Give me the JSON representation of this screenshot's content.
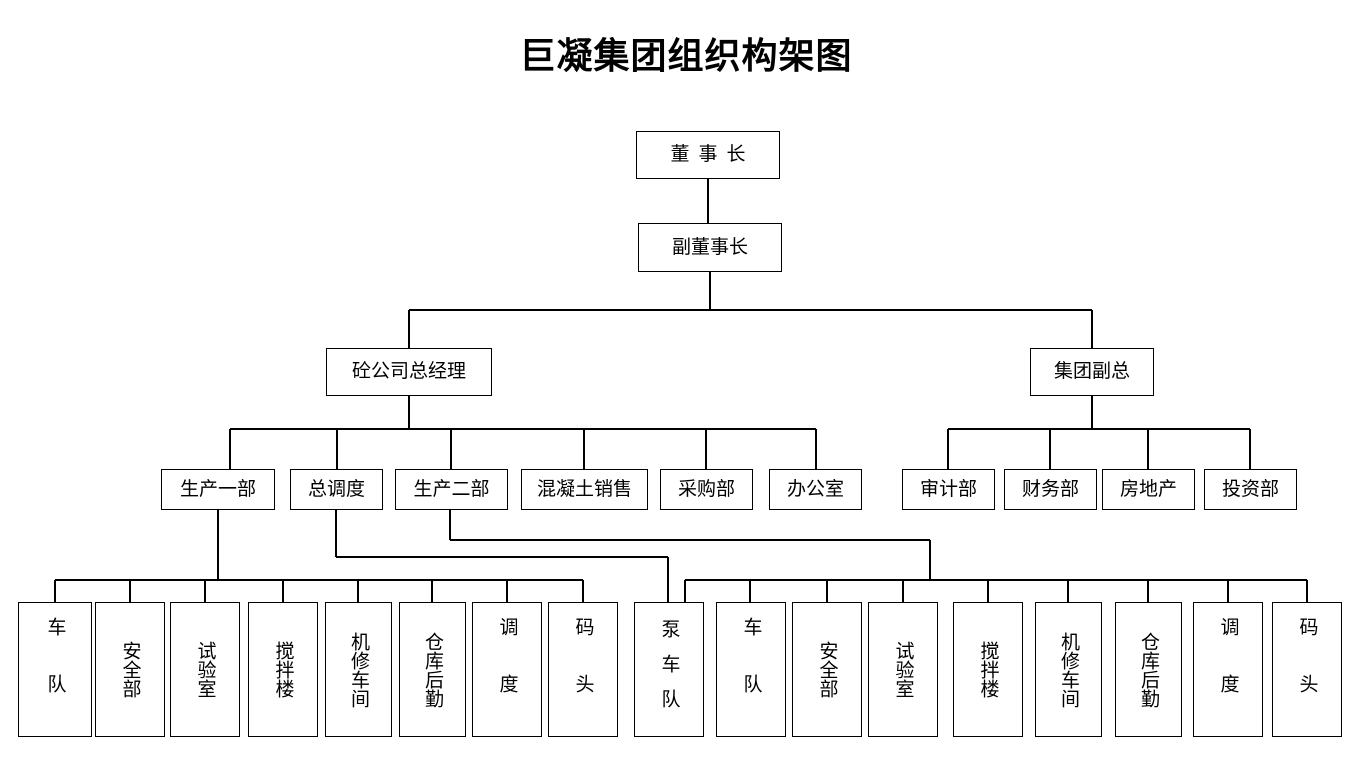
{
  "chart_data": {
    "type": "diagram",
    "title": "巨凝集团组织构架图",
    "orientation": "top-down",
    "levels": 5
  },
  "title": "巨凝集团组织构架图",
  "nodes": {
    "chairman": "董事长",
    "vice_chairman": "副董事长",
    "concrete_gm": "砼公司总经理",
    "group_vp": "集团副总"
  },
  "concrete_departments": [
    {
      "label": "生产一部"
    },
    {
      "label": "总调度"
    },
    {
      "label": "生产二部"
    },
    {
      "label": "混凝土销售"
    },
    {
      "label": "采购部"
    },
    {
      "label": "办公室"
    }
  ],
  "group_departments": [
    {
      "label": "审计部"
    },
    {
      "label": "财务部"
    },
    {
      "label": "房地产"
    },
    {
      "label": "投资部"
    }
  ],
  "line1_units": [
    {
      "label": "车队"
    },
    {
      "label": "安全部"
    },
    {
      "label": "试验室"
    },
    {
      "label": "搅拌楼"
    },
    {
      "label": "机修车间"
    },
    {
      "label": "仓库后勤"
    },
    {
      "label": "调度"
    },
    {
      "label": "码头"
    }
  ],
  "line2_units": [
    {
      "label": "泵车队"
    },
    {
      "label": "车队"
    },
    {
      "label": "安全部"
    },
    {
      "label": "试验室"
    },
    {
      "label": "搅拌楼"
    },
    {
      "label": "机修车间"
    },
    {
      "label": "仓库后勤"
    },
    {
      "label": "调度"
    },
    {
      "label": "码头"
    }
  ],
  "colors": {
    "line": "#000000",
    "box_border": "#000000",
    "background": "#ffffff",
    "text": "#000000"
  }
}
